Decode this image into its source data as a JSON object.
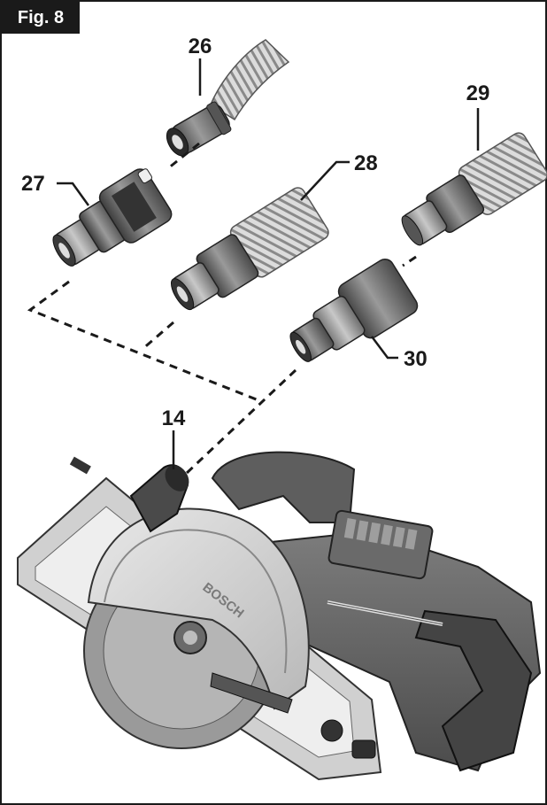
{
  "figure": {
    "label": "Fig. 8"
  },
  "callouts": {
    "c26": "26",
    "c27": "27",
    "c28": "28",
    "c29": "29",
    "c30": "30",
    "c14": "14"
  },
  "brand_text": "BOSCH",
  "colors": {
    "ink": "#1a1a1a",
    "body_dark": "#5a5a5a",
    "body_mid": "#8a8a8a",
    "body_light": "#bdbdbd",
    "guard": "#d8d8d8"
  }
}
